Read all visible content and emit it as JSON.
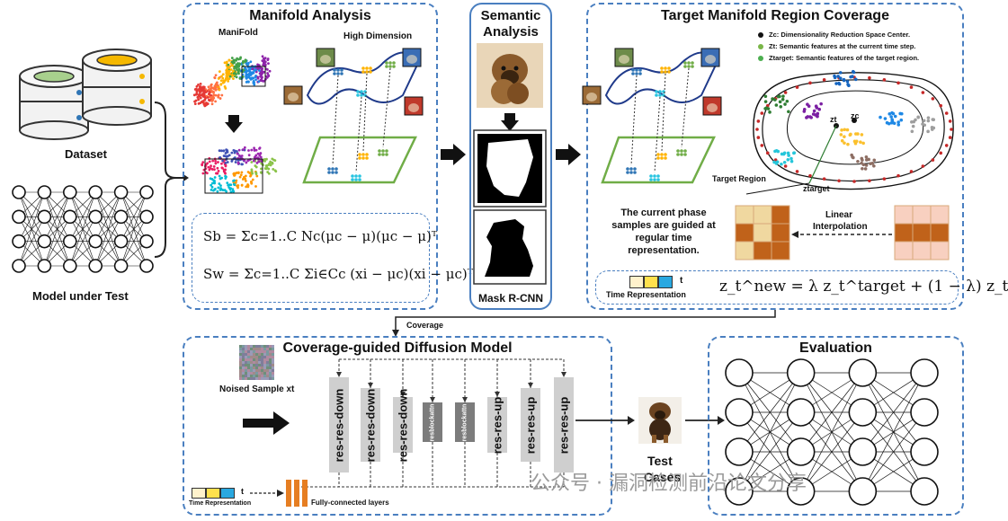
{
  "left": {
    "dataset_label": "Dataset",
    "model_label": "Model under Test"
  },
  "manifold": {
    "title": "Manifold Analysis",
    "manifold_label": "ManiFold",
    "high_dim_label": "High Dimension",
    "eq_sb": "Sb = Σc=1..C Nc(μc − μ)(μc − μ)ᵀ",
    "eq_sw": "Sw = Σc=1..C Σi∈Cc (xi − μc)(xi − μc)ᵀ"
  },
  "semantic": {
    "title_line1": "Semantic",
    "title_line2": "Analysis",
    "footer": "Mask R-CNN"
  },
  "target": {
    "title": "Target Manifold Region Coverage",
    "legend": [
      {
        "text": "Zc: Dimensionality Reduction Space Center.",
        "color": "#111111"
      },
      {
        "text": "Zt: Semantic features at the current time step.",
        "color": "#7ab648"
      },
      {
        "text": "Ztarget: Semantic features of the target region.",
        "color": "#4caf50"
      }
    ],
    "zt_label": "zt",
    "zc_label": "zc",
    "ztarget_label": "ztarget",
    "region_label": "Target Region",
    "guidance_text": "The current phase samples are guided at regular time representation.",
    "interp_line1": "Linear",
    "interp_line2": "Interpolation",
    "time_rep_label": "Time Representation",
    "t_label": "t",
    "formula": "z_t^new = λ z_t^target + (1 − λ) z_t"
  },
  "coverage_arrow_label": "Coverage",
  "diffusion": {
    "title": "Coverage-guided Diffusion Model",
    "noised_label": "Noised Sample xt",
    "blocks": [
      {
        "label": "res-res-down",
        "dark": false
      },
      {
        "label": "res-res-down",
        "dark": false
      },
      {
        "label": "res-res-down",
        "dark": false
      },
      {
        "label": "resblockattn",
        "dark": true
      },
      {
        "label": "resblockattn",
        "dark": true
      },
      {
        "label": "res-res-up",
        "dark": false
      },
      {
        "label": "res-res-up",
        "dark": false
      },
      {
        "label": "res-res-up",
        "dark": false
      }
    ],
    "time_rep_label": "Time Representation",
    "t_label": "t",
    "fc_label": "Fully-connected layers"
  },
  "test_cases_line1": "Test",
  "test_cases_line2": "Cases",
  "evaluation": {
    "title": "Evaluation"
  },
  "watermark": "公众号 · 漏洞检测前沿论文分享",
  "colors": {
    "panel_border": "#4a7fc0",
    "tile_yellow": "#f0d8a0",
    "tile_brown": "#c0621a",
    "tile_pink": "#f8d0c0",
    "block_light": "#cfcfcf",
    "block_dark": "#7c7c7c",
    "fc_orange": "#e67e22",
    "time_colors": [
      "#fff2cc",
      "#ffe14d",
      "#29a8e0"
    ]
  }
}
